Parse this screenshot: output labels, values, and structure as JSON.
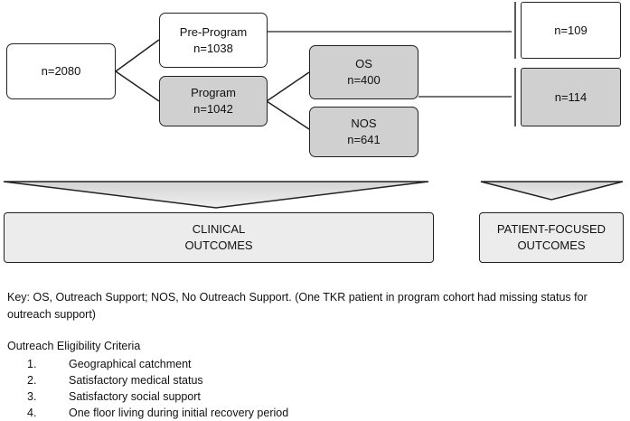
{
  "nodes": {
    "total": "n=2080",
    "pre_program": {
      "label": "Pre-Program",
      "count": "n=1038"
    },
    "program": {
      "label": "Program",
      "count": "n=1042"
    },
    "os": {
      "label": "OS",
      "count": "n=400"
    },
    "nos": {
      "label": "NOS",
      "count": "n=641"
    },
    "pre_program_pf": "n=109",
    "os_pf": "n=114"
  },
  "outcomes": {
    "clinical": [
      "CLINICAL",
      "OUTCOMES"
    ],
    "patient_focused": [
      "PATIENT-FOCUSED",
      "OUTCOMES"
    ]
  },
  "key": "Key: OS, Outreach Support; NOS, No Outreach Support. (One TKR patient in program cohort had missing status for outreach support)",
  "criteria": {
    "title": "Outreach Eligibility Criteria",
    "items": [
      {
        "num": "1.",
        "text": "Geographical catchment"
      },
      {
        "num": "2.",
        "text": "Satisfactory medical status"
      },
      {
        "num": "3.",
        "text": "Satisfactory social support"
      },
      {
        "num": "4.",
        "text": "One floor living during initial recovery period"
      }
    ]
  },
  "colors": {
    "shaded": "#d0d0d0",
    "outline": "#222222"
  }
}
